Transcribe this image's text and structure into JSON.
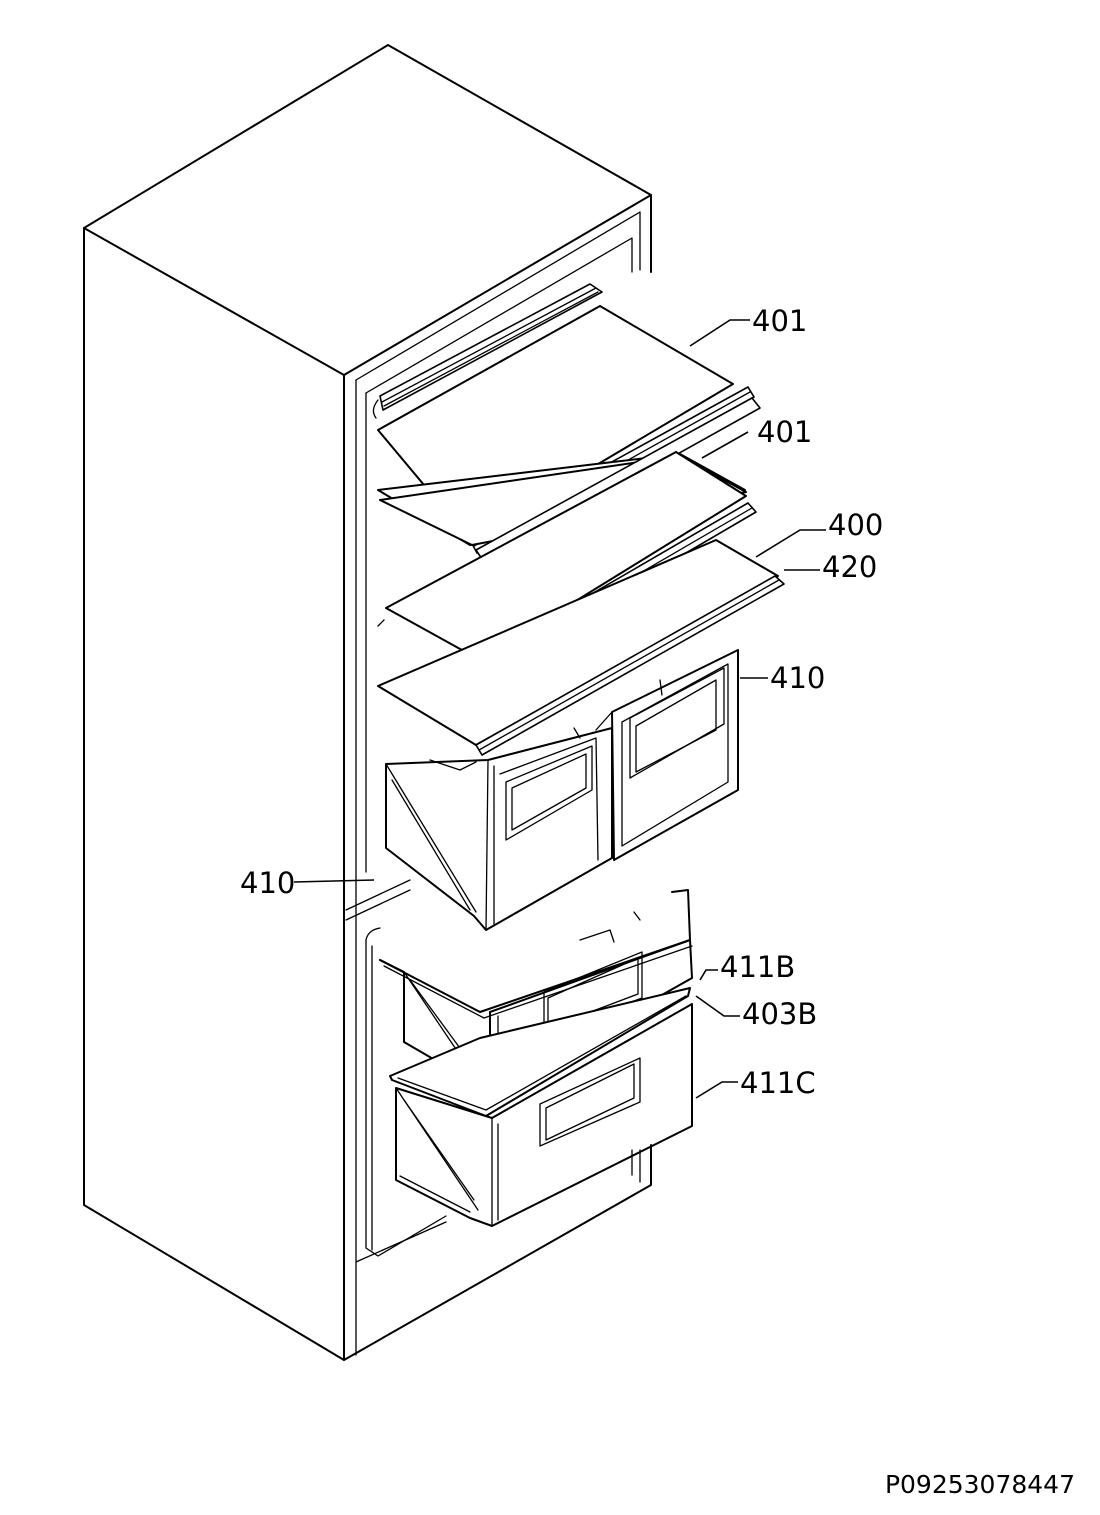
{
  "diagram": {
    "drawing_number": "P09253078447",
    "parts": [
      {
        "id": "shelf-top",
        "label": "401"
      },
      {
        "id": "shelf-second",
        "label": "401"
      },
      {
        "id": "shelf-third",
        "label": "400"
      },
      {
        "id": "shelf-trim",
        "label": "420"
      },
      {
        "id": "drawer-right",
        "label": "410"
      },
      {
        "id": "drawer-left",
        "label": "410"
      },
      {
        "id": "freezer-drawer-upper",
        "label": "411B"
      },
      {
        "id": "freezer-cover",
        "label": "403B"
      },
      {
        "id": "freezer-drawer-lower",
        "label": "411C"
      }
    ]
  }
}
